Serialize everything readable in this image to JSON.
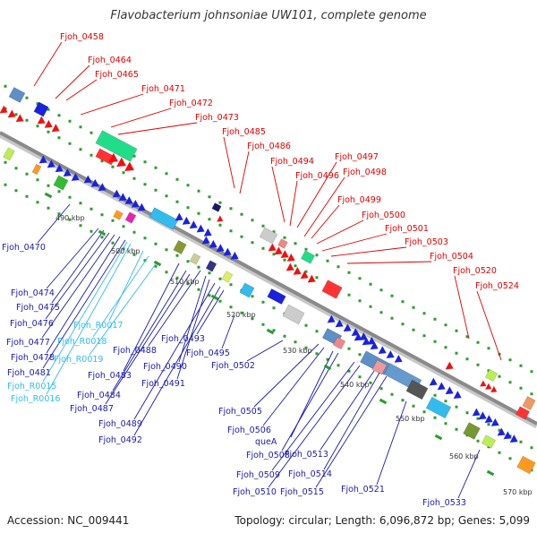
{
  "title": "Flavobacterium johnsoniae UW101, complete genome",
  "footer": {
    "accession": "Accession: NC_009441",
    "summary": "Topology: circular; Length: 6,096,872 bp; Genes: 5,099"
  },
  "colors": {
    "label_red": "#dd0000",
    "label_blue": "#1a1aaa",
    "label_cyan": "#33bbee",
    "backbone": "#8a8a8a",
    "dots": "#2a9d2a"
  },
  "kbp_ticks": [
    "490 kbp",
    "500 kbp",
    "510 kbp",
    "520 kbp",
    "530 kbp",
    "540 kbp",
    "550 kbp",
    "560 kbp",
    "570 kbp"
  ],
  "top_labels": [
    "Fjoh_0458",
    "Fjoh_0464",
    "Fjoh_0465",
    "Fjoh_0471",
    "Fjoh_0472",
    "Fjoh_0473",
    "Fjoh_0485",
    "Fjoh_0486",
    "Fjoh_0494",
    "Fjoh_0497",
    "Fjoh_0496",
    "Fjoh_0498",
    "Fjoh_0499",
    "Fjoh_0500",
    "Fjoh_0501",
    "Fjoh_0503",
    "Fjoh_0504",
    "Fjoh_0520",
    "Fjoh_0524"
  ],
  "bottom_labels": [
    {
      "text": "Fjoh_0470",
      "kind": "gene"
    },
    {
      "text": "Fjoh_0474",
      "kind": "gene"
    },
    {
      "text": "Fjoh_0475",
      "kind": "gene"
    },
    {
      "text": "Fjoh_0476",
      "kind": "gene"
    },
    {
      "text": "Fjoh_R0017",
      "kind": "rna"
    },
    {
      "text": "Fjoh_0477",
      "kind": "gene"
    },
    {
      "text": "Fjoh_R0018",
      "kind": "rna"
    },
    {
      "text": "Fjoh_0478",
      "kind": "gene"
    },
    {
      "text": "Fjoh_R0019",
      "kind": "rna"
    },
    {
      "text": "Fjoh_0481",
      "kind": "gene"
    },
    {
      "text": "Fjoh_R0015",
      "kind": "rna"
    },
    {
      "text": "Fjoh_R0016",
      "kind": "rna"
    },
    {
      "text": "Fjoh_0483",
      "kind": "gene"
    },
    {
      "text": "Fjoh_0484",
      "kind": "gene"
    },
    {
      "text": "Fjoh_0487",
      "kind": "gene"
    },
    {
      "text": "Fjoh_0488",
      "kind": "gene"
    },
    {
      "text": "Fjoh_0490",
      "kind": "gene"
    },
    {
      "text": "Fjoh_0491",
      "kind": "gene"
    },
    {
      "text": "Fjoh_0489",
      "kind": "gene"
    },
    {
      "text": "Fjoh_0492",
      "kind": "gene"
    },
    {
      "text": "Fjoh_0493",
      "kind": "gene"
    },
    {
      "text": "Fjoh_0495",
      "kind": "gene"
    },
    {
      "text": "Fjoh_0502",
      "kind": "gene"
    },
    {
      "text": "Fjoh_0505",
      "kind": "gene"
    },
    {
      "text": "Fjoh_0506",
      "kind": "gene"
    },
    {
      "text": "queA",
      "kind": "gene"
    },
    {
      "text": "Fjoh_0508",
      "kind": "gene"
    },
    {
      "text": "Fjoh_0509",
      "kind": "gene"
    },
    {
      "text": "Fjoh_0510",
      "kind": "gene"
    },
    {
      "text": "Fjoh_0513",
      "kind": "gene"
    },
    {
      "text": "Fjoh_0514",
      "kind": "gene"
    },
    {
      "text": "Fjoh_0515",
      "kind": "gene"
    },
    {
      "text": "Fjoh_0521",
      "kind": "gene"
    },
    {
      "text": "Fjoh_0533",
      "kind": "gene"
    }
  ]
}
